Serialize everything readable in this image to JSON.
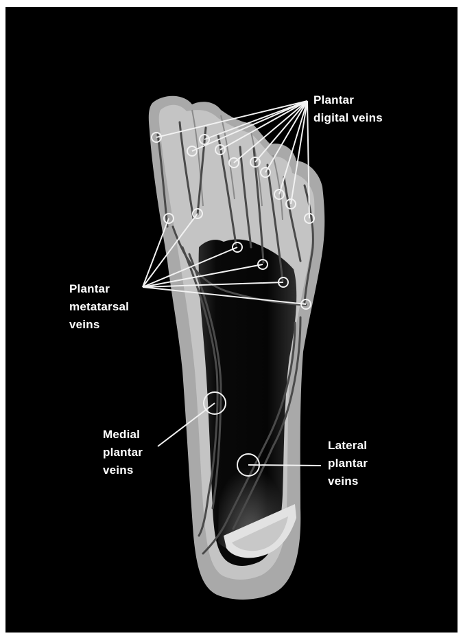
{
  "labels": {
    "plantar_digital": [
      "Plantar",
      "digital veins"
    ],
    "plantar_metatarsal": [
      "Plantar",
      "metatarsal",
      "veins"
    ],
    "medial_plantar": [
      "Medial",
      "plantar",
      "veins"
    ],
    "lateral_plantar": [
      "Lateral",
      "plantar",
      "veins"
    ]
  },
  "colors": {
    "background": "#000000",
    "frame": "#ffffff",
    "foot_outer": "#aaaaaa",
    "foot_inner": "#c6c6c6",
    "sole_dark": "#0a0a0a",
    "vein": "#4a4a4a",
    "leader": "#f2f2f2",
    "label_text": "#ffffff"
  }
}
